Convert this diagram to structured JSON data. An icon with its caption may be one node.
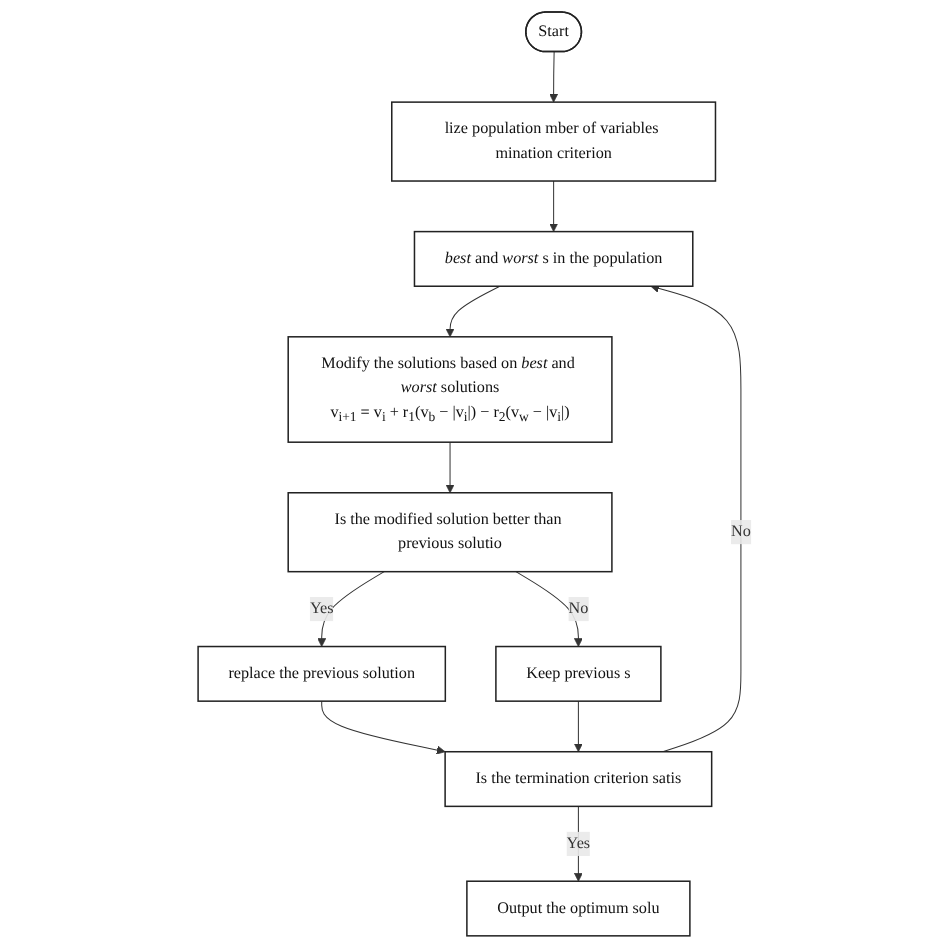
{
  "diagram": {
    "nodes": [
      {
        "text": [
          "Start"
        ]
      },
      {
        "text": [
          "lize population mber of variables mination criterion"
        ]
      },
      {
        "text": [
          "*best* and *worst* s in the population"
        ]
      },
      {
        "text": [
          "Modify the solutions based on *best* and *worst* solutions",
          "v$_{i+1}$ = v$_{i}$ + r$_{1}$(v$_{b}$ − |v$_{i}$|) − r$_{2}$(v$_{w}$ − |v$_{i}$|)"
        ]
      },
      {
        "text": [
          "Is the modified solution better than previous solutio"
        ]
      },
      {
        "text": [
          "replace the previous solution"
        ]
      },
      {
        "text": [
          "Keep previous s"
        ]
      },
      {
        "text": [
          "Is the termination criterion satis"
        ]
      },
      {
        "text": [
          "Output the optimum solu"
        ]
      }
    ],
    "edges": [
      {
        "from": 0,
        "to": 1,
        "arrow": "to"
      },
      {
        "from": 1,
        "to": 2,
        "arrow": "to"
      },
      {
        "from": 2,
        "to": 3,
        "arrow": "to"
      },
      {
        "from": 3,
        "to": 4,
        "arrow": "to"
      },
      {
        "from": 4,
        "to": 5,
        "arrow": "to",
        "label": "Yes"
      },
      {
        "from": 4,
        "to": 6,
        "arrow": "to",
        "label": "No"
      },
      {
        "from": 5,
        "to": 7,
        "arrow": "to"
      },
      {
        "from": 6,
        "to": 7,
        "arrow": "to"
      },
      {
        "from": 7,
        "to": 8,
        "arrow": "to",
        "label": "Yes"
      },
      {
        "from": 7,
        "to": 2,
        "arrow": "to",
        "label": "No"
      }
    ]
  }
}
